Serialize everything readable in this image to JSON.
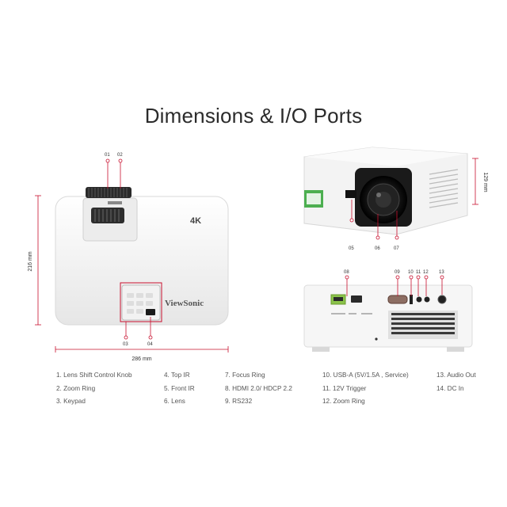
{
  "title": "Dimensions & I/O Ports",
  "dimensions": {
    "width": "286 mm",
    "depth": "216 mm",
    "height": "129 mm"
  },
  "device_labels": {
    "brand": "ViewSonic",
    "badge": "4K"
  },
  "callouts": {
    "c01": "01",
    "c02": "02",
    "c03": "03",
    "c04": "04",
    "c05": "05",
    "c06": "06",
    "c07": "07",
    "c08": "08",
    "c09": "09",
    "c10": "10",
    "c11": "11",
    "c12": "12",
    "c13": "13"
  },
  "legend": {
    "col1": [
      "1. Lens Shift Control Knob",
      "2. Zoom Ring",
      "3. Keypad"
    ],
    "col2": [
      "4. Top IR",
      "5. Front IR",
      "6. Lens"
    ],
    "col3": [
      "7. Focus Ring",
      "8. HDMI 2.0/ HDCP 2.2",
      "9. RS232"
    ],
    "col4": [
      "10. USB-A (5V/1.5A , Service)",
      "11. 12V Trigger",
      "12. Zoom Ring"
    ],
    "col5": [
      "13. Audio Out",
      "14. DC In"
    ]
  },
  "colors": {
    "accent": "#c8102e",
    "body": "#f4f4f4",
    "lens": "#111111",
    "badge_green": "#4caf50"
  }
}
